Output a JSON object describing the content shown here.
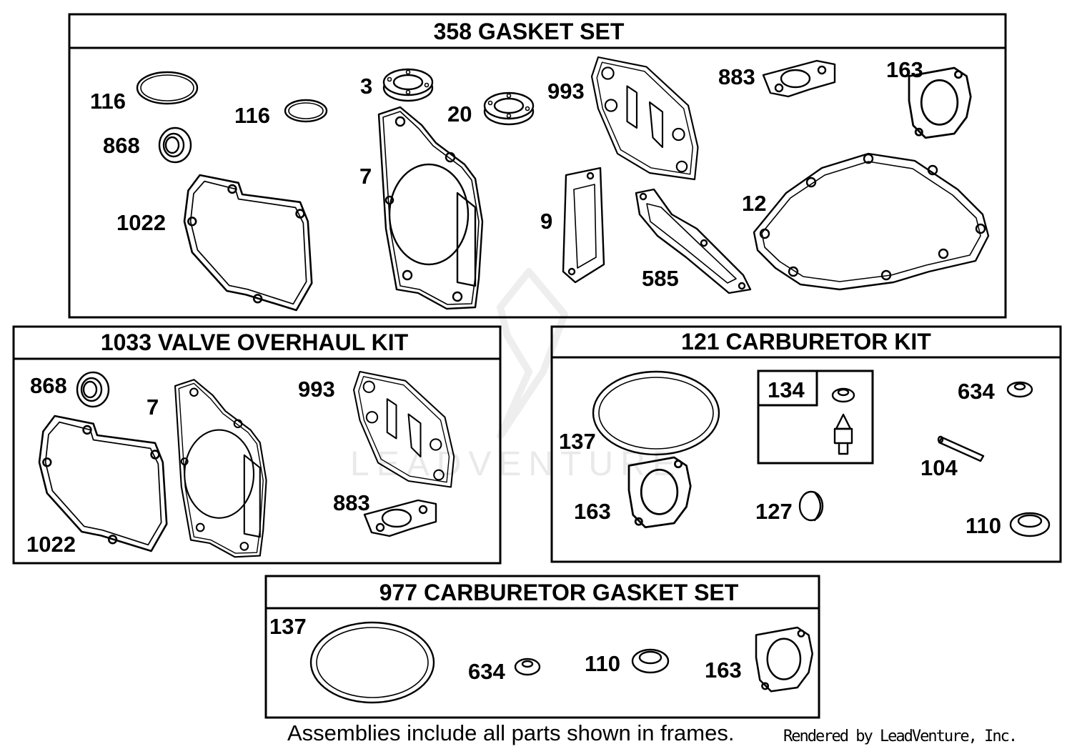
{
  "watermark": {
    "text": "LEADVENTURE"
  },
  "panels": {
    "gasket_set": {
      "title": "358 GASKET SET"
    },
    "valve_kit": {
      "title": "1033 VALVE OVERHAUL KIT"
    },
    "carb_kit": {
      "title": "121 CARBURETOR KIT",
      "sub_box_label": "134"
    },
    "carb_gasket": {
      "title": "977 CARBURETOR  GASKET SET"
    }
  },
  "callouts": {
    "gasket_set": [
      "116",
      "116",
      "868",
      "1022",
      "3",
      "20",
      "7",
      "993",
      "9",
      "585",
      "883",
      "163",
      "12"
    ],
    "valve_kit": [
      "868",
      "7",
      "993",
      "1022",
      "883"
    ],
    "carb_kit": [
      "137",
      "634",
      "104",
      "163",
      "127",
      "110"
    ],
    "carb_gasket": [
      "137",
      "634",
      "110",
      "163"
    ]
  },
  "footer": {
    "note": "Assemblies include all parts shown in frames.",
    "rendered_by": "Rendered by LeadVenture, Inc."
  }
}
